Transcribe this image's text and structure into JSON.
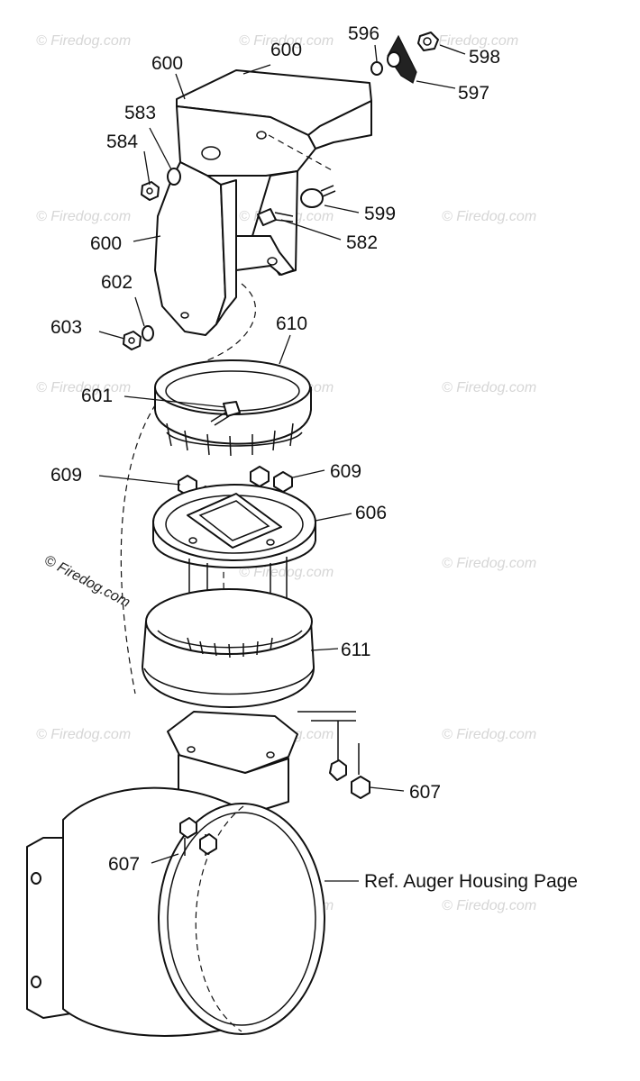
{
  "labels": {
    "l600a": "600",
    "l600b": "600",
    "l596": "596",
    "l598": "598",
    "l597": "597",
    "l583": "583",
    "l584": "584",
    "l599": "599",
    "l582": "582",
    "l600c": "600",
    "l602": "602",
    "l603": "603",
    "l610": "610",
    "l601": "601",
    "l609a": "609",
    "l609b": "609",
    "l606": "606",
    "l611": "611",
    "l607a": "607",
    "l607b": "607",
    "ref": "Ref. Auger Housing Page"
  },
  "watermark": {
    "text": "© Firedog.com"
  }
}
